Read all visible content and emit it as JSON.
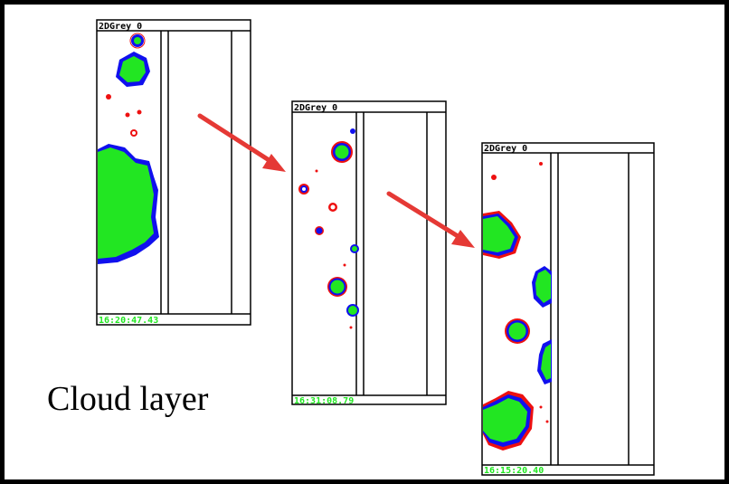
{
  "caption": "Cloud layer",
  "colors": {
    "background": "#ffffff",
    "border": "#000000",
    "arrow": "#e53935",
    "particle_fill": "#22e622",
    "particle_edge_blue": "#1010ee",
    "particle_edge_red": "#ee1010",
    "timestamp": "#22e622"
  },
  "panels": [
    {
      "label": "2DGrey 0",
      "timestamp": "16:20:47.43"
    },
    {
      "label": "2DGrey 0",
      "timestamp": "16:31:08.79"
    },
    {
      "label": "2DGrey 0",
      "timestamp": "16:15:20.40"
    }
  ]
}
